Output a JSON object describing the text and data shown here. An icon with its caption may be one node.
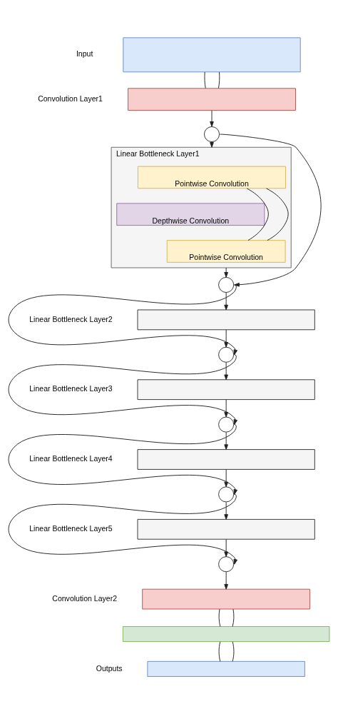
{
  "diagram": {
    "nodes": [
      {
        "text": [],
        "shape": "box",
        "beside": [
          "Input"
        ]
      },
      {
        "text": [],
        "shape": "box",
        "beside": [
          "Convolution Layer1"
        ]
      },
      {
        "text": [],
        "shape": "circle"
      },
      {
        "text": [],
        "shape": "box",
        "beside": [
          "Linear Bottleneck Layer1"
        ]
      },
      {
        "text": [
          "Pointwise Convolution"
        ],
        "in": 3
      },
      {
        "text": [
          "Depthwise Convolution"
        ],
        "in": 3
      },
      {
        "text": [
          "Pointwise Convolution"
        ],
        "in": 3
      },
      {
        "text": [],
        "shape": "circle"
      },
      {
        "text": [],
        "shape": "box",
        "beside": [
          "Linear Bottleneck Layer2"
        ]
      },
      {
        "text": [],
        "shape": "circle"
      },
      {
        "text": [],
        "shape": "box",
        "beside": [
          "Linear Bottleneck Layer3"
        ]
      },
      {
        "text": [],
        "shape": "circle"
      },
      {
        "text": [],
        "shape": "box",
        "beside": [
          "Linear Bottleneck Layer4"
        ]
      },
      {
        "text": [],
        "shape": "circle"
      },
      {
        "text": [],
        "shape": "box",
        "beside": [
          "Linear Bottleneck Layer5"
        ]
      },
      {
        "text": [],
        "shape": "circle"
      },
      {
        "text": [],
        "shape": "box",
        "beside": [
          "Convolution Layer2"
        ]
      },
      {
        "text": [],
        "shape": "box"
      },
      {
        "text": [],
        "shape": "box",
        "beside": [
          "Outputs"
        ]
      }
    ],
    "edges": [
      {
        "from": 0,
        "to": 1,
        "arrow": "none"
      },
      {
        "from": 0,
        "to": 1,
        "arrow": "none"
      },
      {
        "from": 1,
        "to": 2,
        "arrow": "to"
      },
      {
        "from": 2,
        "to": 3,
        "arrow": "to"
      },
      {
        "from": 4,
        "to": 6,
        "arrow": "none"
      },
      {
        "from": 4,
        "to": 6,
        "arrow": "none"
      },
      {
        "from": 3,
        "to": 7,
        "arrow": "to"
      },
      {
        "from": 2,
        "to": 7,
        "arrow": "to"
      },
      {
        "from": 7,
        "to": 8,
        "arrow": "to"
      },
      {
        "from": 7,
        "to": 9,
        "arrow": "to"
      },
      {
        "from": 8,
        "to": 9,
        "arrow": "to"
      },
      {
        "from": 9,
        "to": 10,
        "arrow": "to"
      },
      {
        "from": 9,
        "to": 11,
        "arrow": "to"
      },
      {
        "from": 10,
        "to": 11,
        "arrow": "to"
      },
      {
        "from": 11,
        "to": 12,
        "arrow": "to"
      },
      {
        "from": 11,
        "to": 13,
        "arrow": "to"
      },
      {
        "from": 12,
        "to": 13,
        "arrow": "to"
      },
      {
        "from": 13,
        "to": 14,
        "arrow": "to"
      },
      {
        "from": 13,
        "to": 15,
        "arrow": "to"
      },
      {
        "from": 14,
        "to": 15,
        "arrow": "to"
      },
      {
        "from": 15,
        "to": 16,
        "arrow": "to"
      },
      {
        "from": 16,
        "to": 17,
        "arrow": "none"
      },
      {
        "from": 16,
        "to": 17,
        "arrow": "none"
      },
      {
        "from": 17,
        "to": 18,
        "arrow": "none"
      },
      {
        "from": 17,
        "to": 18,
        "arrow": "none"
      }
    ]
  }
}
